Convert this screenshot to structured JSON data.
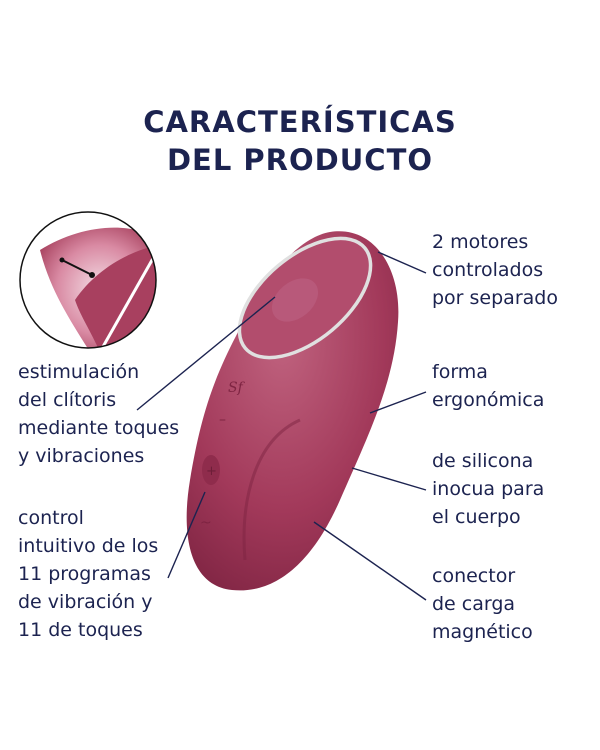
{
  "title": [
    "CARACTERÍSTICAS",
    "DEL PRODUCTO"
  ],
  "features_left": [
    {
      "lines": [
        "estimulación",
        "del clítoris",
        "mediante toques",
        "y vibraciones"
      ]
    },
    {
      "lines": [
        "control",
        "intuitivo de los",
        "11 programas",
        "de vibración y",
        "11 de toques"
      ]
    }
  ],
  "features_right": [
    {
      "lines": [
        "2 motores",
        "controlados",
        "por separado"
      ]
    },
    {
      "lines": [
        "forma",
        "ergonómica"
      ]
    },
    {
      "lines": [
        "de silicona",
        "inocua para",
        "el cuerpo"
      ]
    },
    {
      "lines": [
        "conector",
        "de carga",
        "magnético"
      ]
    }
  ],
  "colors": {
    "text": "#1c2350",
    "product": "#9e3556",
    "ring": "#d8d8d8"
  }
}
